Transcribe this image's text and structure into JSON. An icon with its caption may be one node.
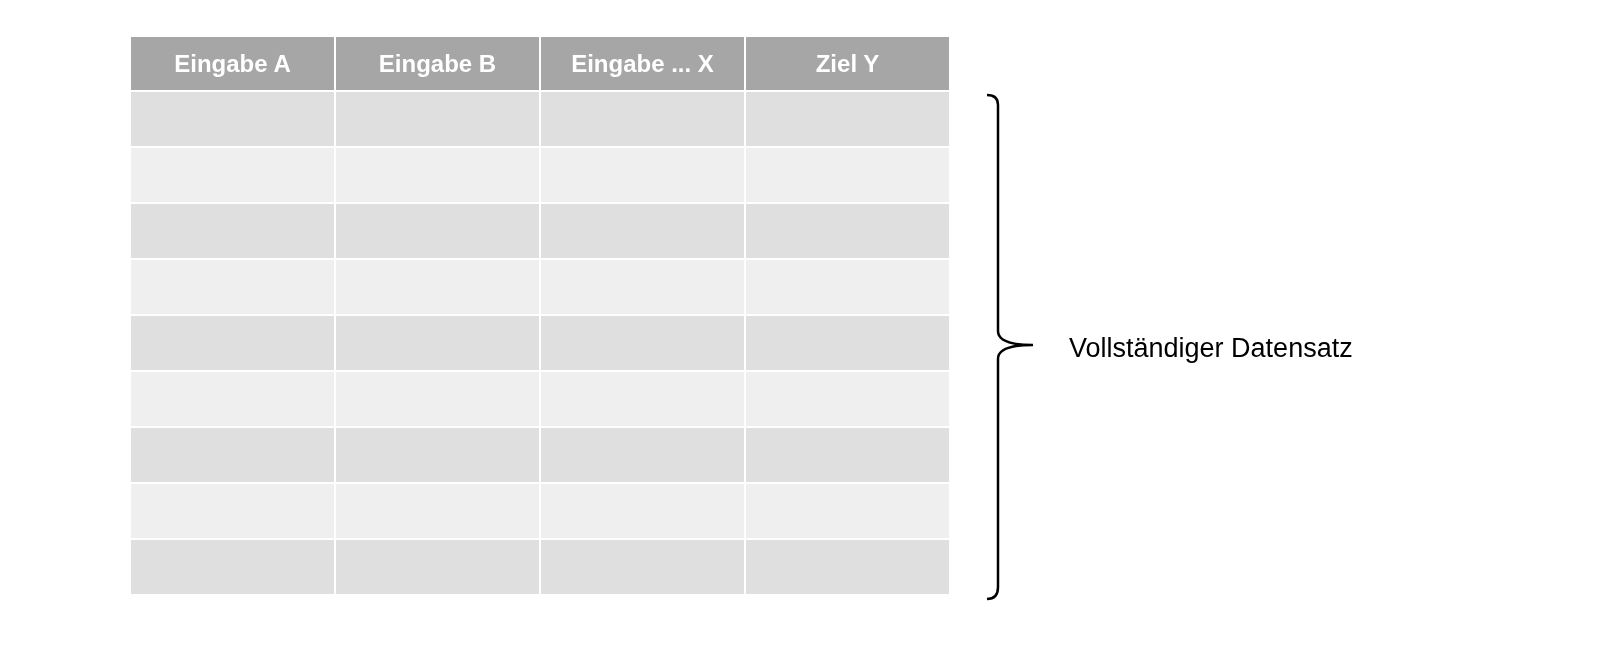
{
  "diagram": {
    "labels": [
      "Eingabe A",
      "Eingabe B",
      "Eingabe ... X",
      "Ziel Y",
      "Vollständiger Datensatz"
    ]
  }
}
